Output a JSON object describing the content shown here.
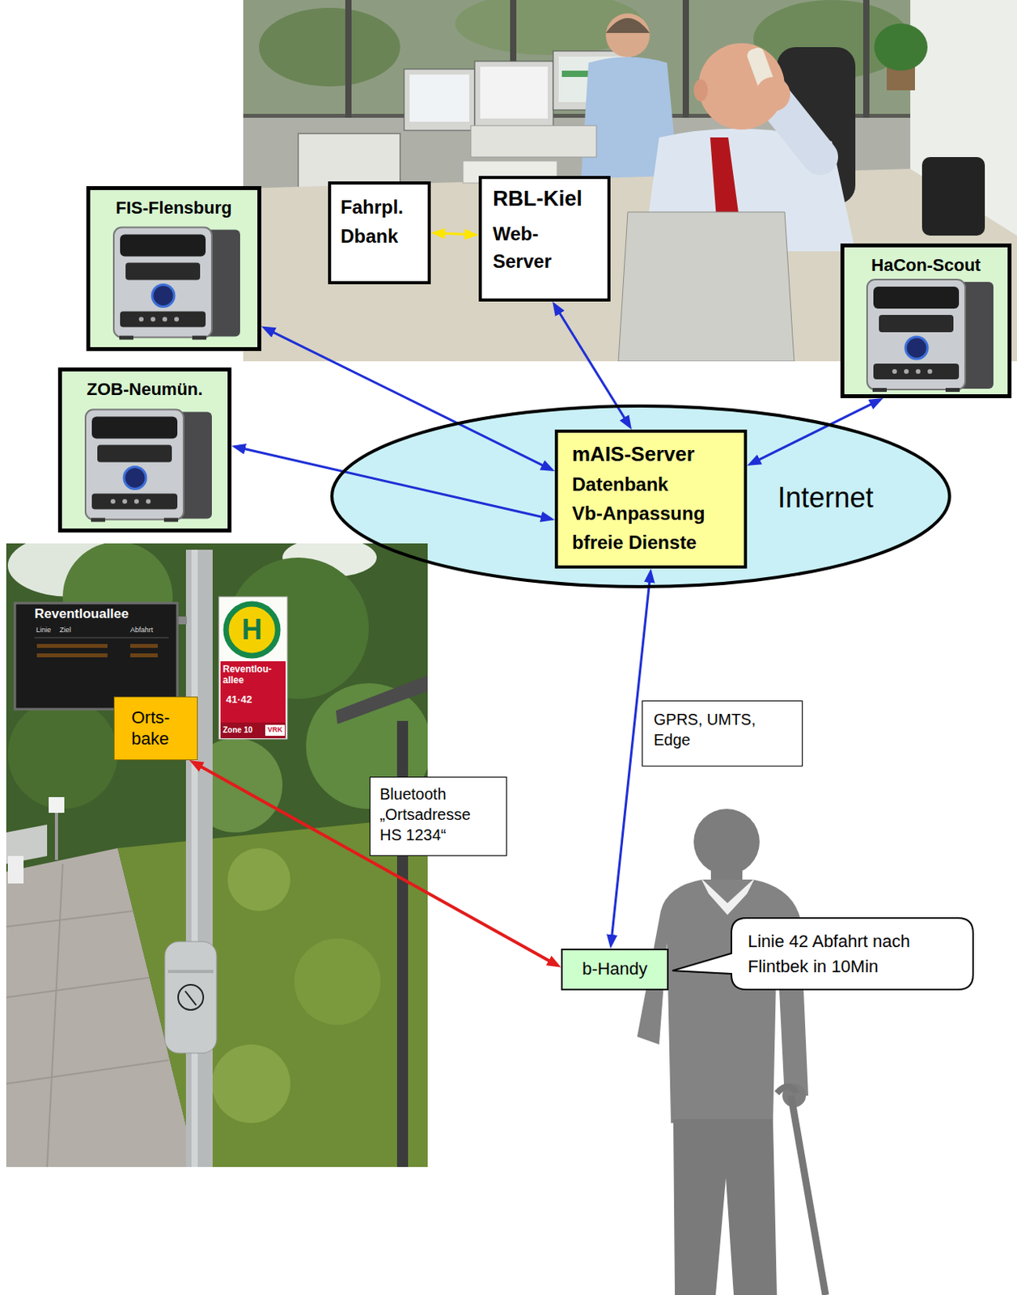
{
  "diagram": {
    "nodes": [
      {
        "text": [
          "FIS-Flensburg"
        ]
      },
      {
        "text": [
          "Fahrpl. Dbank"
        ]
      },
      {
        "text": [
          "RBL-Kiel",
          "Web- Server"
        ]
      },
      {
        "text": [
          "ZOB-Neumün."
        ]
      },
      {
        "text": [
          "Internet"
        ]
      },
      {
        "text": [
          "mAIS-Server",
          "Datenbank",
          "Vb-Anpassung",
          "bfreie Dienste"
        ],
        "in": 4
      },
      {
        "text": [
          "HaCon-Scout"
        ]
      },
      {
        "text": [
          "Orts- bake"
        ]
      },
      {
        "text": [
          "b-Handy"
        ]
      },
      {
        "text": [
          "Linie 42 Abfahrt nach Flintbek in 10Min"
        ]
      }
    ],
    "edges": [
      {
        "from": 1,
        "to": 2,
        "arrow": "both"
      },
      {
        "from": 0,
        "to": 5,
        "arrow": "both"
      },
      {
        "from": 2,
        "to": 5,
        "arrow": "both"
      },
      {
        "from": 6,
        "to": 5,
        "arrow": "both"
      },
      {
        "from": 3,
        "to": 5,
        "arrow": "both"
      },
      {
        "from": 5,
        "to": 8,
        "label": "GPRS, UMTS, Edge",
        "arrow": "both"
      },
      {
        "from": 7,
        "to": 8,
        "label": "Bluetooth „Ortsadresse HS 1234“",
        "arrow": "both"
      }
    ],
    "labels": [
      "Reventlouallee",
      "Linie",
      "Ziel",
      "Abfahrt",
      "H",
      "Reventlou- allee",
      "41·42",
      "Zone 10",
      "VRK"
    ]
  }
}
